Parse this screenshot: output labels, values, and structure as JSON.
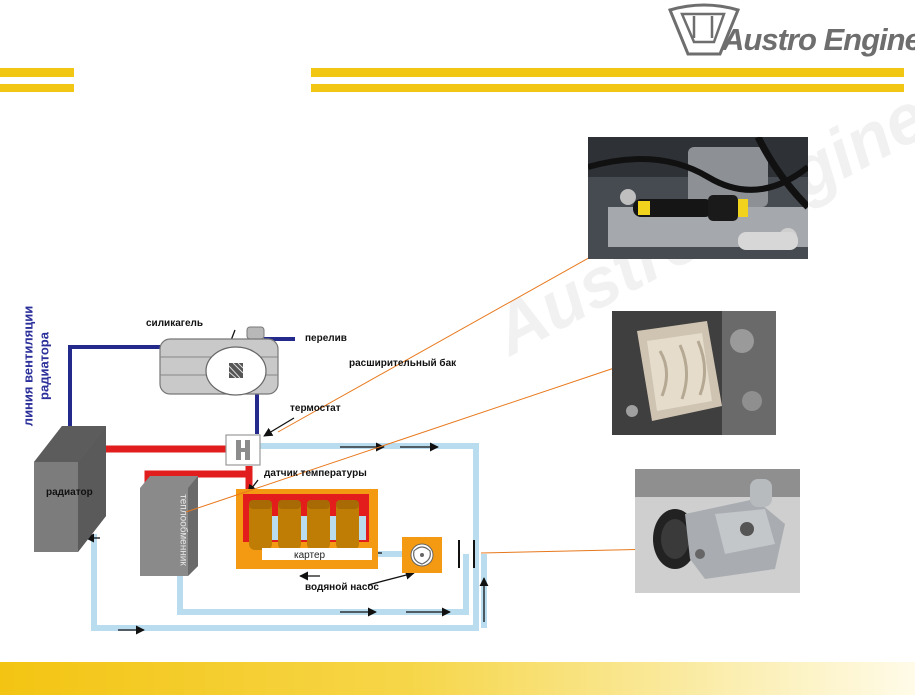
{
  "header": {
    "brand": "Austro Engine"
  },
  "diagram": {
    "vertical_label_line1": "линия вентиляции",
    "vertical_label_line2": "радиатора",
    "labels": {
      "silicagel": "силикагель",
      "overflow": "перелив",
      "expansion_tank": "расширительный бак",
      "thermostat": "термостат",
      "temp_sensor": "датчик температуры",
      "radiator": "радиатор",
      "heat_exchanger": "теплообменник",
      "crankcase": "картер",
      "water_pump": "водяной насос"
    }
  },
  "colors": {
    "accent_yellow": "#f2c713",
    "hot_line": "#e21d1d",
    "cold_line": "#b9dcef",
    "vent_line": "#232a8c",
    "engine_block": "#f39a12"
  },
  "icons": [
    "austro-engine-logo-icon"
  ]
}
